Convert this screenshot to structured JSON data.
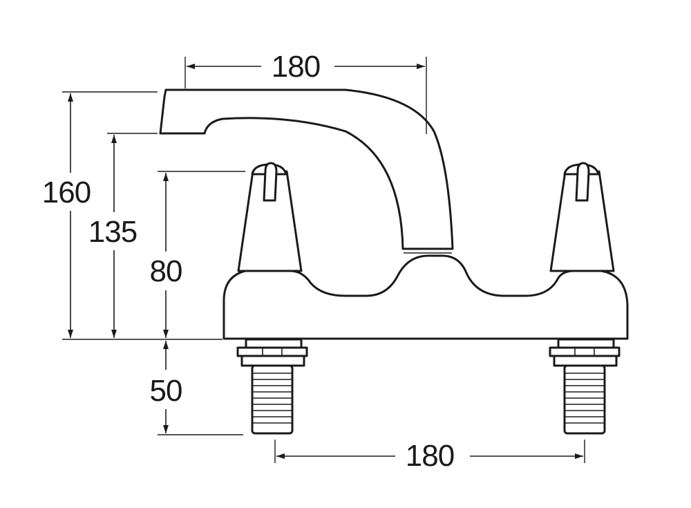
{
  "dimensions": {
    "spout_reach": "180",
    "total_height": "160",
    "spout_outlet_height": "135",
    "body_height": "80",
    "tail_length": "50",
    "tail_centres": "180"
  },
  "colors": {
    "line": "#1a1a1a",
    "background": "#ffffff"
  }
}
